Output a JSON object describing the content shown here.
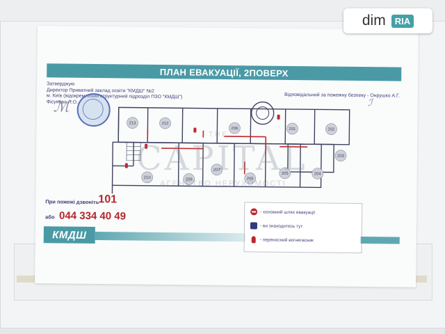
{
  "poster": {
    "title": "ПЛАН ЕВАКУАЦІЇ, 2ПОВЕРХ",
    "approve_lines": [
      "Затверджую",
      "Директор Приватний заклад освіти \"КМДШ\" №2",
      "м. Київ (відокремлений структурний підрозділ ПЗО \"КМДШ\")",
      "Фісунова Л.О."
    ],
    "responsible": "Відповідальний за пожежну безпеку - Онрушко А.Г.",
    "emergency_label": "При пожежі дзвоніть",
    "emergency_number": "101",
    "alt_label": "або",
    "alt_number": "044 334 40 49",
    "logo": "КМДШ",
    "legend": [
      {
        "icon": "exit-route-icon",
        "label": "- основний шлях евакуації"
      },
      {
        "icon": "you-are-here-icon",
        "label": "- ви знаходитесь тут"
      },
      {
        "icon": "fire-extinguisher-icon",
        "label": "- переносний вогнегасник"
      }
    ],
    "rooms": [
      "213",
      "212",
      "206",
      "201",
      "202",
      "203",
      "207",
      "206",
      "205",
      "204",
      "210",
      "209"
    ]
  },
  "watermark": {
    "the": "THE",
    "main": "CAPITAL",
    "sub": "АГЕНСТВО НЕРУХОМОСТІ"
  },
  "badge": {
    "brand": "dim",
    "mark": "RIA"
  },
  "colors": {
    "teal": "#4a9aa6",
    "red": "#b3272e",
    "navy": "#3e3e7a"
  }
}
